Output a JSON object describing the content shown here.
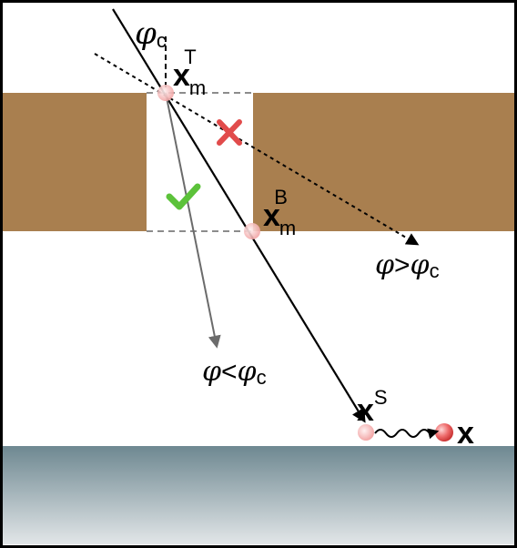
{
  "labels": {
    "phi_c_top": "φ",
    "phi_c_top_sub": "c",
    "xm": "x",
    "xm_sub": "m",
    "xm_top_sup": "T",
    "xm_bottom_sup": "B",
    "phi_gt": "φ",
    "gt_sign": ">",
    "phi_c_gt": "φ",
    "phi_c_gt_sub": "c",
    "phi_lt": "φ",
    "lt_sign": "<",
    "phi_c_lt": "φ",
    "phi_c_lt_sub": "c",
    "xs": "x",
    "xs_sup": "S",
    "x_final": "x"
  },
  "colors": {
    "mask_brown": "#A97F4F",
    "ground_top": "#6E8891",
    "ground_bottom": "#E2E6E8",
    "cross": "#E14B4B",
    "check": "#5CC23A",
    "sphere": "#F3B6B6",
    "sphere_dark": "#E04545"
  },
  "icons": [
    "cross-mark-icon",
    "check-mark-icon",
    "wavy-arrow-icon"
  ]
}
